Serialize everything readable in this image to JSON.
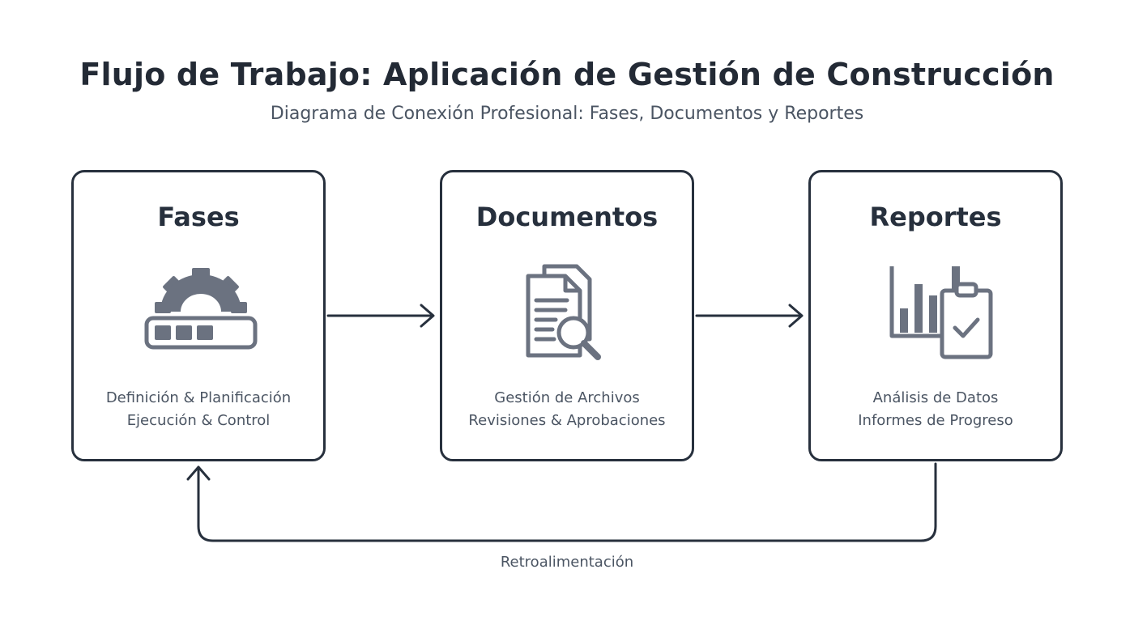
{
  "header": {
    "title": "Flujo de Trabajo: Aplicación de Gestión de Construcción",
    "subtitle": "Diagrama de Conexión Profesional: Fases, Documentos y Reportes"
  },
  "cards": [
    {
      "title": "Fases",
      "icon": "gear-progress-icon",
      "line1": "Definición & Planificación",
      "line2": "Ejecución & Control"
    },
    {
      "title": "Documentos",
      "icon": "document-search-icon",
      "line1": "Gestión de Archivos",
      "line2": "Revisiones & Aprobaciones"
    },
    {
      "title": "Reportes",
      "icon": "chart-clipboard-icon",
      "line1": "Análisis de Datos",
      "line2": "Informes de Progreso"
    }
  ],
  "feedback": {
    "label": "Retroalimentación"
  },
  "colors": {
    "stroke": "#27303d",
    "icon": "#6b7280",
    "text": "#4b5563"
  }
}
